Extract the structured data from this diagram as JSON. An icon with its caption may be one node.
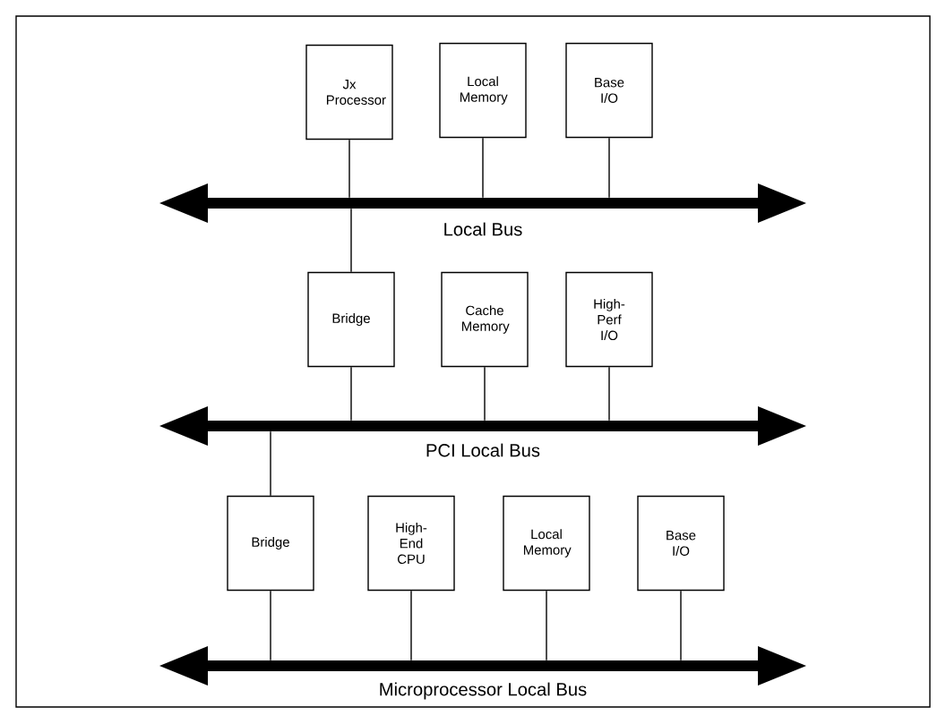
{
  "diagram": {
    "nodes": [
      {
        "text": [
          "Jx Processor"
        ]
      },
      {
        "text": [
          "Local Memory"
        ]
      },
      {
        "text": [
          "Base I/O"
        ]
      },
      {
        "text": [
          "Local Bus"
        ]
      },
      {
        "text": [
          "Bridge"
        ]
      },
      {
        "text": [
          "Cache Memory"
        ]
      },
      {
        "text": [
          "High-Perf I/O"
        ]
      },
      {
        "text": [
          "PCI Local Bus"
        ]
      },
      {
        "text": [
          "Bridge"
        ]
      },
      {
        "text": [
          "High-End CPU"
        ]
      },
      {
        "text": [
          "Local Memory"
        ]
      },
      {
        "text": [
          "Base I/O"
        ]
      },
      {
        "text": [
          "Microprocessor Local Bus"
        ]
      }
    ],
    "edges": [
      {
        "from": 0,
        "to": 3,
        "arrow": "none"
      },
      {
        "from": 1,
        "to": 3,
        "arrow": "none"
      },
      {
        "from": 2,
        "to": 3,
        "arrow": "none"
      },
      {
        "from": 3,
        "to": 4,
        "arrow": "none"
      },
      {
        "from": 4,
        "to": 7,
        "arrow": "none"
      },
      {
        "from": 5,
        "to": 7,
        "arrow": "none"
      },
      {
        "from": 6,
        "to": 7,
        "arrow": "none"
      },
      {
        "from": 7,
        "to": 8,
        "arrow": "none"
      },
      {
        "from": 8,
        "to": 12,
        "arrow": "none"
      },
      {
        "from": 9,
        "to": 12,
        "arrow": "none"
      },
      {
        "from": 10,
        "to": 12,
        "arrow": "none"
      },
      {
        "from": 11,
        "to": 12,
        "arrow": "none"
      }
    ]
  }
}
